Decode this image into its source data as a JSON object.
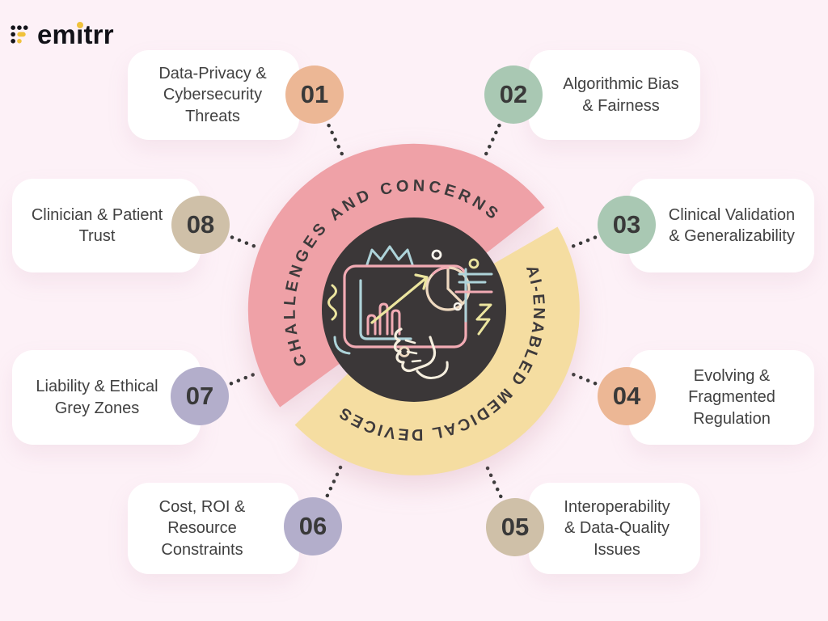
{
  "background": "#fdf1f7",
  "card_color": "#ffffff",
  "connector_color": "#3a3a3a",
  "brand": {
    "name": "emitrr",
    "word_pre": "em",
    "word_i": "i",
    "word_post": "trr",
    "accent": "#f0c23c"
  },
  "ring": {
    "top_label": "CHALLENGES AND CONCERNS",
    "bottom_label": "AI-ENABLED MEDICAL DEVICES",
    "top_arc_color": "#efa1a7",
    "bottom_arc_color": "#f5dda1",
    "center_color": "#3b3738",
    "label_color": "#3e3a3b"
  },
  "items": [
    {
      "number": "01",
      "label_lines": [
        "Data-Privacy &",
        "Cybersecurity",
        "Threats"
      ],
      "accent": "#ecb795"
    },
    {
      "number": "02",
      "label_lines": [
        "Algorithmic Bias",
        "& Fairness"
      ],
      "accent": "#a9c8b3"
    },
    {
      "number": "03",
      "label_lines": [
        "Clinical Validation",
        "& Generalizability"
      ],
      "accent": "#a9c8b3"
    },
    {
      "number": "04",
      "label_lines": [
        "Evolving &",
        "Fragmented",
        "Regulation"
      ],
      "accent": "#ecb795"
    },
    {
      "number": "05",
      "label_lines": [
        "Interoperability",
        "& Data-Quality",
        "Issues"
      ],
      "accent": "#cfc0a8"
    },
    {
      "number": "06",
      "label_lines": [
        "Cost, ROI &",
        "Resource",
        "Constraints"
      ],
      "accent": "#b3aecb"
    },
    {
      "number": "07",
      "label_lines": [
        "Liability & Ethical",
        "Grey Zones"
      ],
      "accent": "#b3aecb"
    },
    {
      "number": "08",
      "label_lines": [
        "Clinician & Patient",
        "Trust"
      ],
      "accent": "#cfc0a8"
    }
  ]
}
